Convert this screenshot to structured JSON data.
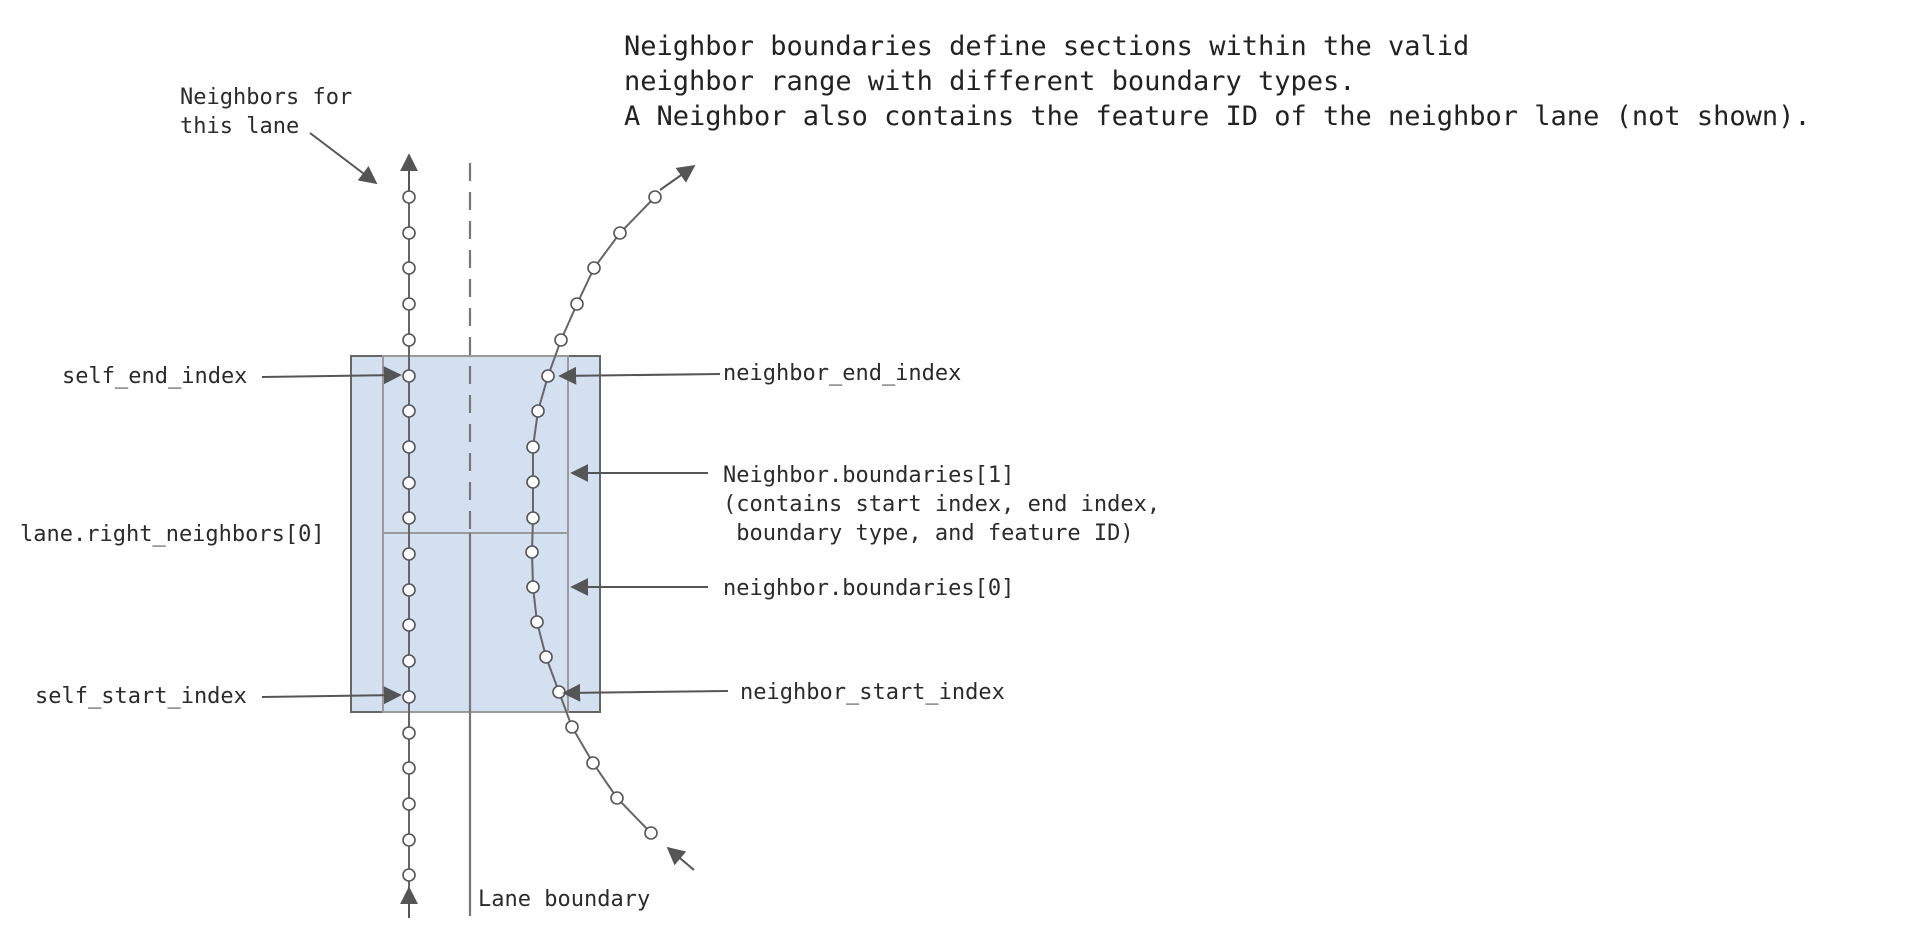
{
  "caption": {
    "line1": "Neighbor boundaries define sections within the valid",
    "line2": "neighbor range with different boundary types.",
    "line3": "A Neighbor also contains the feature ID of the neighbor lane (not shown)."
  },
  "labels": {
    "neighbors_for_lane_line1": "Neighbors for",
    "neighbors_for_lane_line2": "this lane",
    "self_end_index": "self_end_index",
    "lane_right_neighbors": "lane.right_neighbors[0]",
    "self_start_index": "self_start_index",
    "neighbor_end_index": "neighbor_end_index",
    "boundaries_1_line1": "Neighbor.boundaries[1]",
    "boundaries_1_line2": "(contains start index, end index,",
    "boundaries_1_line3": " boundary type, and feature ID)",
    "boundaries_0": "neighbor.boundaries[0]",
    "neighbor_start_index": "neighbor_start_index",
    "lane_boundary": "Lane boundary"
  },
  "colors": {
    "region_fill": "#d2e0f0",
    "region_stroke": "#666666",
    "inner_stroke": "#9a9a9a",
    "line_color": "#666666"
  }
}
